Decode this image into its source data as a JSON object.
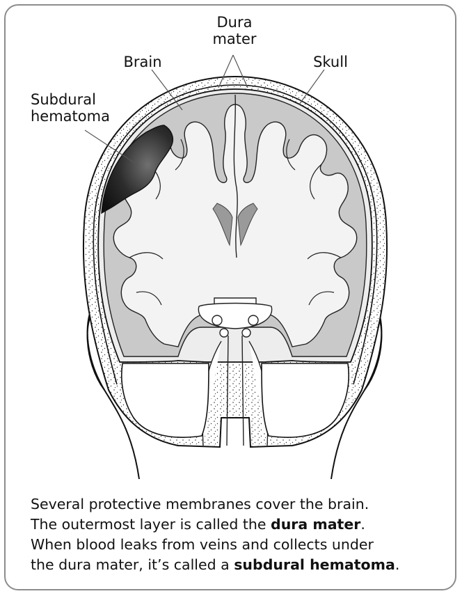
{
  "labels": {
    "dura_mater": "Dura\nmater",
    "brain": "Brain",
    "skull": "Skull",
    "subdural_hematoma": "Subdural\nhematoma"
  },
  "caption": {
    "line1": "Several protective membranes cover the brain.",
    "line2_pre": "The outermost layer is called the ",
    "line2_bold": "dura mater",
    "line2_post": ".",
    "line3": "When blood leaks from veins and collects under",
    "line4_pre": "the dura mater, it’s called a ",
    "line4_bold": "subdural hematoma",
    "line4_post": "."
  },
  "colors": {
    "border": "#8c8c8c",
    "brain_tissue": "#ececec",
    "gray_matter": "#c9c9c9",
    "ventricle": "#9a9a9a",
    "hematoma_dark": "#1f1f1f",
    "hematoma_light": "#6a6a6a"
  }
}
